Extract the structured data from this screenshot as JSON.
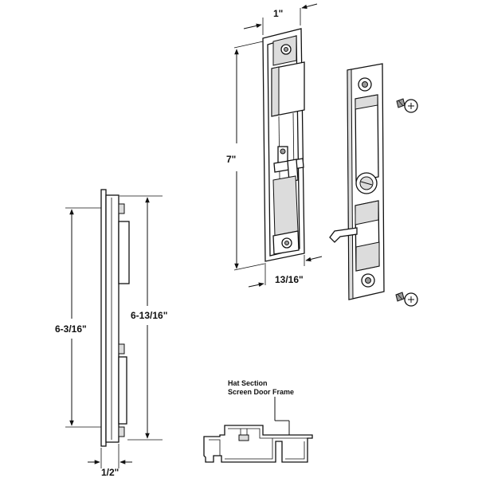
{
  "dimensions": {
    "top_width": "1\"",
    "height_7": "7\"",
    "bottom_width": "13/16\"",
    "side_inner_height": "6-3/16\"",
    "side_outer_height": "6-13/16\"",
    "side_thickness": "1/2\""
  },
  "frame_callout": {
    "line1": "Hat Section",
    "line2": "Screen Door Frame"
  }
}
